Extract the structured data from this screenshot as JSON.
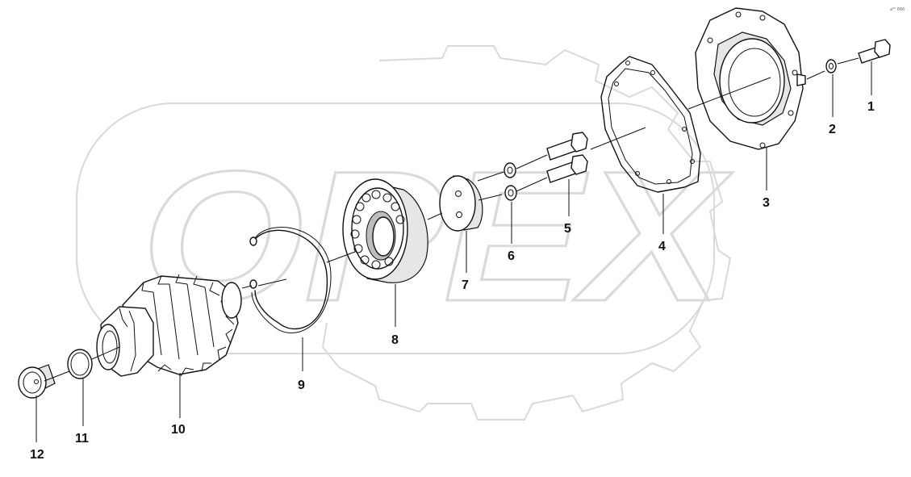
{
  "corner_mark": "a⁰⁰ 666",
  "watermark": "OPEX",
  "callouts": {
    "c1": "1",
    "c2": "2",
    "c3": "3",
    "c4": "4",
    "c5": "5",
    "c6": "6",
    "c7": "7",
    "c8": "8",
    "c9": "9",
    "c10": "10",
    "c11": "11",
    "c12": "12"
  }
}
